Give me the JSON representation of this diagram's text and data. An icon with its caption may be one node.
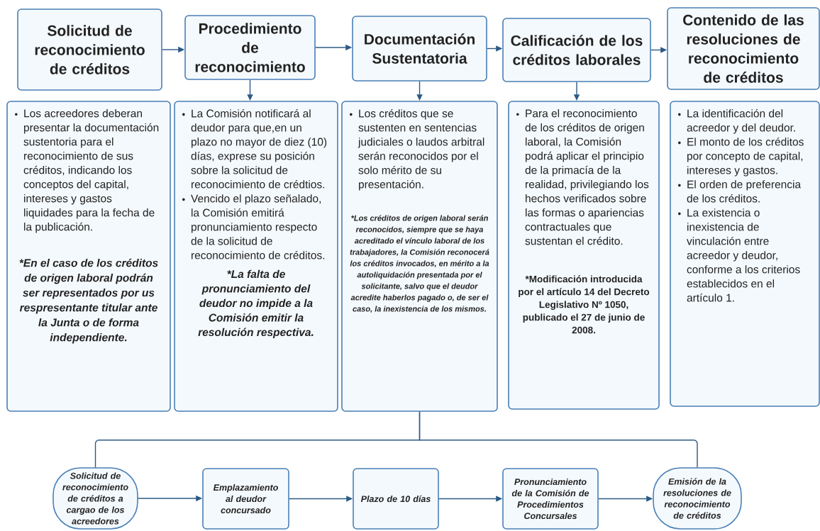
{
  "diagram": {
    "nodes": [
      {
        "text": [
          "Solicitud de reconocimiento de créditos"
        ]
      },
      {
        "text": [
          "Procedimiento de reconocimiento"
        ]
      },
      {
        "text": [
          "Documentación Sustentatoria"
        ]
      },
      {
        "text": [
          "Calificación de los créditos laborales"
        ]
      },
      {
        "text": [
          "Contenido de las resoluciones de reconocimiento de créditos"
        ]
      },
      {
        "text": [
          "Los acreedores deberan presentar  la documentación sustentoria para el reconocimiento de sus créditos, indicando los conceptos del capital, intereses y gastos liquidades para la fecha de la publicación.",
          "*En el caso de los créditos de origen laboral podrán ser representados por us respresentante titular ante la Junta o de forma independiente."
        ]
      },
      {
        "text": [
          "La Comisión notificará al deudor para que,en un plazo no mayor de diez (10) días, exprese su posición sobre la solicitud de reconocimiento de crédtios.",
          "Vencido el plazo señalado, la Comisión emitirá pronunciamiento respecto de la solicitud de reconocimiento de créditos.",
          "*La falta de pronunciamiento del deudor no impide a la Comisión emitir la resolución respectiva."
        ]
      },
      {
        "text": [
          "Los créditos que se sustenten en sentencias judiciales o laudos arbitral serán reconocidos por el solo mérito de su presentación.",
          "*Los créditos de origen laboral serán reconocidos, siempre que se haya acreditado el vínculo laboral de los trabajadores, la Comisión reconocerá los créditos invocados, en mérito a la autoliquidación presentada por el solicitante, salvo que el deudor acredite haberlos pagado o, de ser el caso, la inexistencia de los mismos."
        ]
      },
      {
        "text": [
          "Para el reconocimiento de los créditos de origen laboral, la Comisión podrá aplicar el principio de la primacía de la realidad, privilegiando los hechos verificados sobre las formas o apariencias contractuales que sustentan el crédito.",
          "*Modificación introducida por el artículo 14 del Decreto Legislativo Nº 1050, publicado el 27 de junio de 2008."
        ]
      },
      {
        "text": [
          "La identificación del acreedor y del deudor.",
          "El monto de los créditos por concepto de capital, intereses y gastos.",
          "El orden de preferencia de los créditos.",
          "La existencia o inexistencia de vinculación entre acreedor y deudor, conforme a los criterios establecidos en el artículo 1."
        ]
      },
      {
        "text": [
          "Solicitud de reconocimiento de créditos a cargao de los acreedores"
        ]
      },
      {
        "text": [
          "Emplazamiento al deudor concursado"
        ]
      },
      {
        "text": [
          "Plazo de 10 días"
        ]
      },
      {
        "text": [
          "Pronunciamiento de la Comisión de Procedimientos Concursales"
        ]
      },
      {
        "text": [
          "Emisión de la resoluciones de reconocimiento de créditos"
        ]
      }
    ],
    "edges": [
      {
        "from": 0,
        "to": 1,
        "arrow": "to"
      },
      {
        "from": 1,
        "to": 2,
        "arrow": "to"
      },
      {
        "from": 2,
        "to": 3,
        "arrow": "to"
      },
      {
        "from": 3,
        "to": 4,
        "arrow": "to"
      },
      {
        "from": 1,
        "to": 6,
        "arrow": "to"
      },
      {
        "from": 2,
        "to": 7,
        "arrow": "to"
      },
      {
        "from": 3,
        "to": 8,
        "arrow": "to"
      },
      {
        "from": 7,
        "to": 10,
        "arrow": "none"
      },
      {
        "from": 7,
        "to": 14,
        "arrow": "none"
      },
      {
        "from": 10,
        "to": 11,
        "arrow": "to"
      },
      {
        "from": 11,
        "to": 12,
        "arrow": "to"
      },
      {
        "from": 12,
        "to": 13,
        "arrow": "to"
      },
      {
        "from": 13,
        "to": 14,
        "arrow": "to"
      }
    ]
  }
}
